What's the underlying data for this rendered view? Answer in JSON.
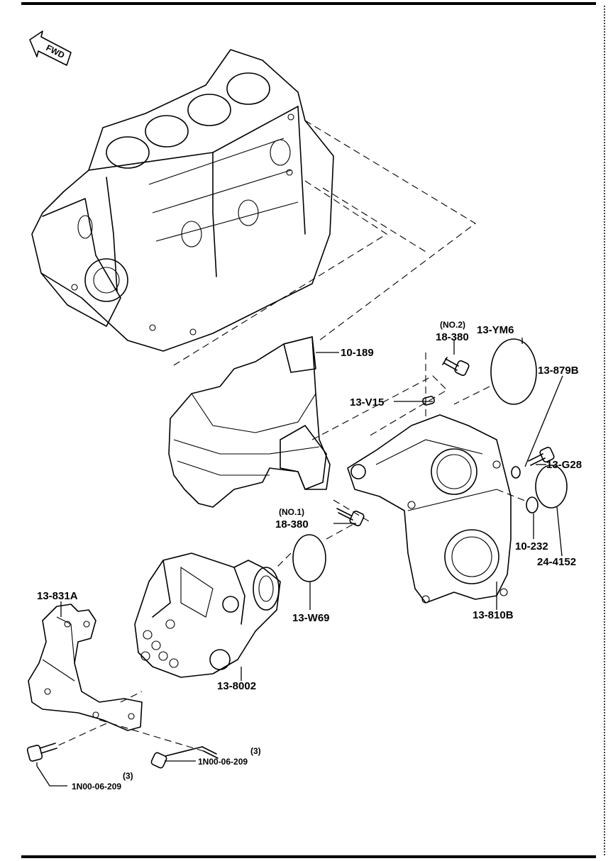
{
  "fwd_label": "FWD",
  "parts": {
    "p10189": "10-189",
    "p13ym6": "13-YM6",
    "p18380_no2_qual": "(NO.2)",
    "p18380_no2": "18-380",
    "p13879b": "13-879B",
    "p13v15": "13-V15",
    "p13g28": "13-G28",
    "p18380_no1_qual": "(NO.1)",
    "p18380_no1": "18-380",
    "p10232": "10-232",
    "p244152": "24-4152",
    "p13831a": "13-831A",
    "p13w69": "13-W69",
    "p13810b": "13-810B",
    "p138002": "13-8002",
    "p1n00_right_qty": "(3)",
    "p1n00_right": "1N00-06-209",
    "p1n00_left_qty": "(3)",
    "p1n00_left": "1N00-06-209"
  }
}
